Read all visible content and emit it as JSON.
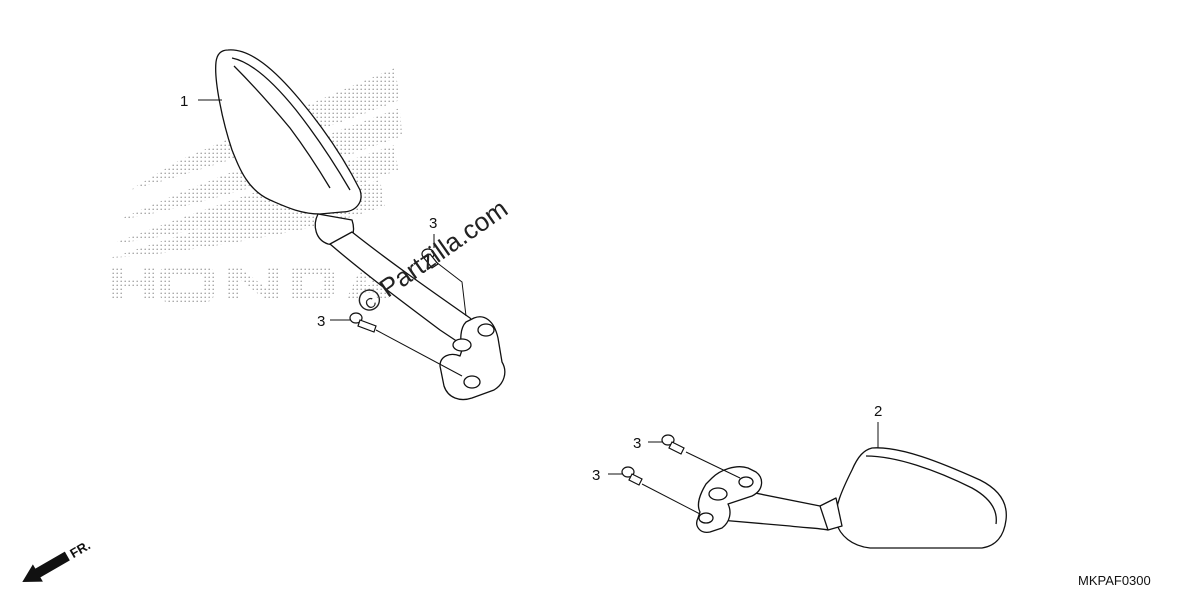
{
  "diagram_code": "MKPAF0300",
  "watermark_site": "Partzilla.com",
  "background_logo": "HONDA",
  "direction_indicator": "FR.",
  "callouts": {
    "left_mirror": "1",
    "right_mirror": "2",
    "left_upper_bolt": "3",
    "left_lower_bolt": "3",
    "right_upper_bolt": "3",
    "right_lower_bolt": "3"
  },
  "colors": {
    "line": "#111111",
    "logo_dots": "#9a9a9a",
    "background": "#ffffff"
  }
}
